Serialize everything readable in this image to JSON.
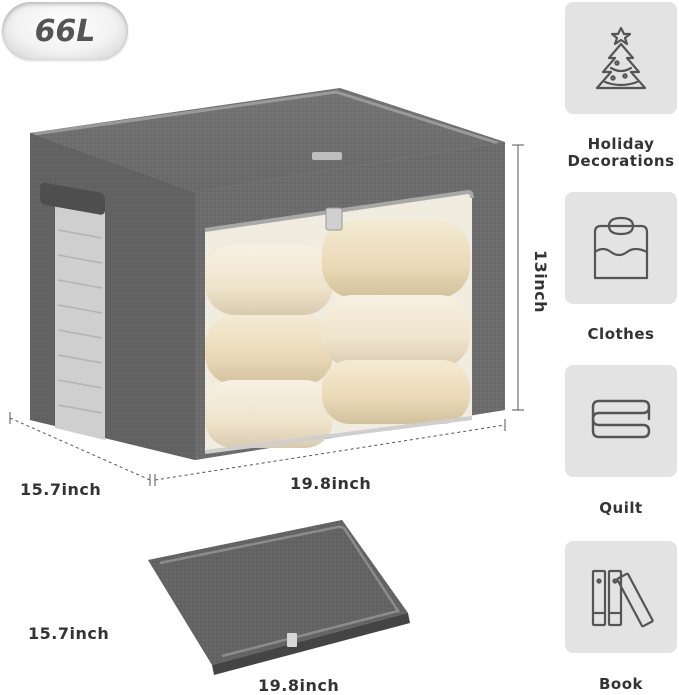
{
  "capacity_badge": "66L",
  "dimensions": {
    "height": "13inch",
    "depth": "15.7inch",
    "width": "19.8inch",
    "flat_depth": "15.7inch",
    "flat_width": "19.8inch"
  },
  "categories": [
    {
      "label": "Holiday\nDecorations",
      "icon": "christmas-tree-icon"
    },
    {
      "label": "Clothes",
      "icon": "folded-shirt-icon"
    },
    {
      "label": "Quilt",
      "icon": "folded-quilt-icon"
    },
    {
      "label": "Book",
      "icon": "books-icon"
    }
  ],
  "colors": {
    "box_fabric": "#6e6e6e",
    "tile_bg": "#e3e3e3",
    "text": "#333333"
  }
}
